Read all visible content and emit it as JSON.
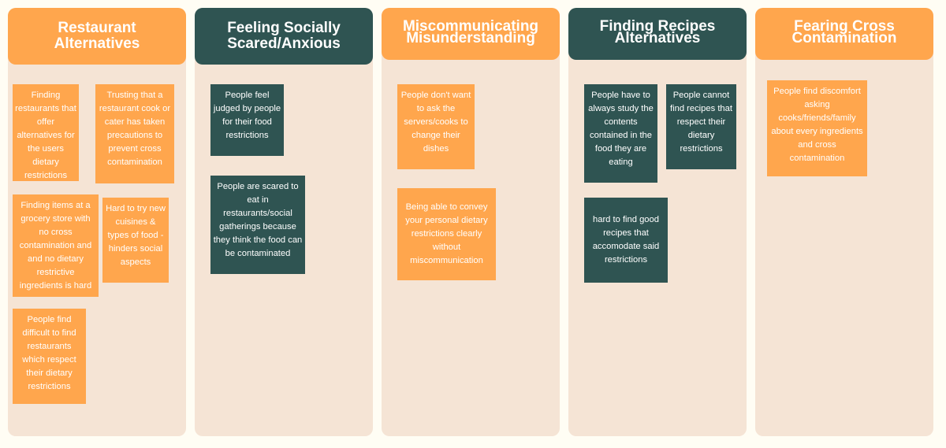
{
  "columns": [
    {
      "title": "Restaurant Alternatives",
      "notes": [
        "Finding restaurants that offer alternatives for the users dietary restrictions",
        "Trusting that a restaurant cook or cater has taken precautions to prevent cross contamination",
        "Finding items at a grocery store with no cross contamination and and no dietary restrictive ingredients is hard",
        "Hard to try new cuisines & types of food - hinders social aspects",
        "People find difficult to find restaurants which respect their dietary restrictions"
      ]
    },
    {
      "title": "Feeling Socially Scared/Anxious",
      "notes": [
        "People feel judged by people for their food restrictions",
        "People are scared to eat in restaurants/social gatherings because they think the food can be contaminated"
      ]
    },
    {
      "title": "Miscommunicating Misunderstanding",
      "notes": [
        "People don't want to ask the servers/cooks to change their dishes",
        "Being able to convey your personal dietary restrictions clearly without miscommunication"
      ]
    },
    {
      "title": "Finding Recipes Alternatives",
      "notes": [
        "People have to always study the contents contained in the food they are eating",
        "People cannot find recipes that respect their dietary restrictions",
        "hard to find good recipes that accomodate said restrictions"
      ]
    },
    {
      "title": "Fearing Cross Contamination",
      "notes": [
        "People find discomfort asking cooks/friends/family about every ingredients and cross contamination"
      ]
    }
  ]
}
